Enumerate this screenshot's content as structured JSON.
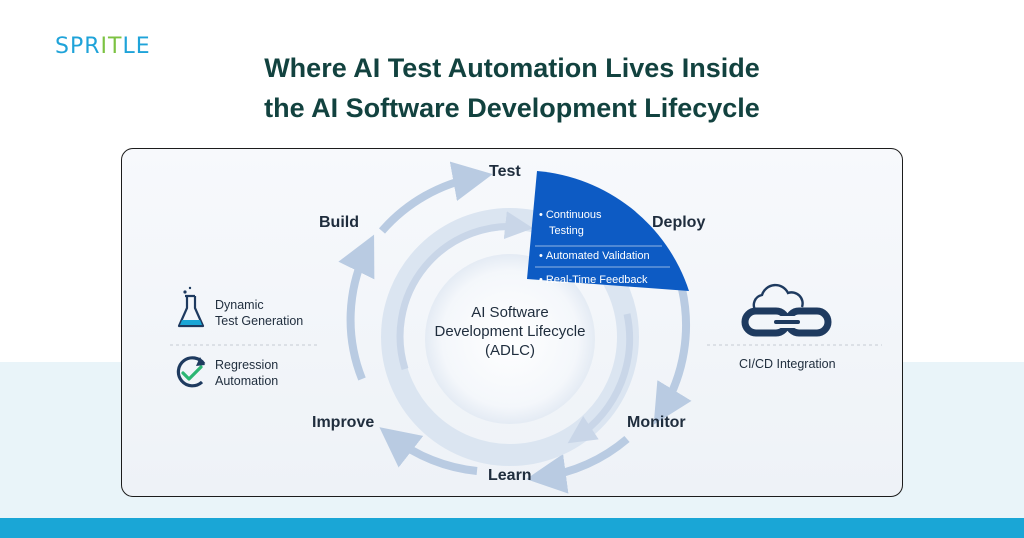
{
  "logo": {
    "part1": "SPR",
    "part2": "IT",
    "part3": "LE"
  },
  "title": {
    "line1": "Where AI Test Automation Lives Inside",
    "line2": "the AI Software Development Lifecycle"
  },
  "cycle": {
    "center_line1": "AI Software",
    "center_line2": "Development Lifecycle",
    "center_line3": "(ADLC)",
    "stages": {
      "test": "Test",
      "deploy": "Deploy",
      "monitor": "Monitor",
      "learn": "Learn",
      "improve": "Improve",
      "build": "Build"
    }
  },
  "highlight": {
    "items": [
      {
        "line1": "Continuous",
        "line2": "Testing"
      },
      {
        "line1": "Automated Validation"
      },
      {
        "line1": "Real-Time Feedback"
      }
    ],
    "bullet": "•",
    "color": "#0d5bc4"
  },
  "left_features": [
    {
      "icon": "flask-icon",
      "line1": "Dynamic",
      "line2": "Test Generation"
    },
    {
      "icon": "refresh-check-icon",
      "line1": "Regression",
      "line2": "Automation"
    }
  ],
  "right_feature": {
    "icon": "cloud-link-icon",
    "label": "CI/CD Integration"
  },
  "colors": {
    "title": "#12423f",
    "arrows": "#b9cbe2",
    "band_light": "#e9f4f9",
    "band_blue": "#1aa6d6",
    "accent_green": "#2bb673",
    "icon_navy": "#1e3a5f"
  }
}
